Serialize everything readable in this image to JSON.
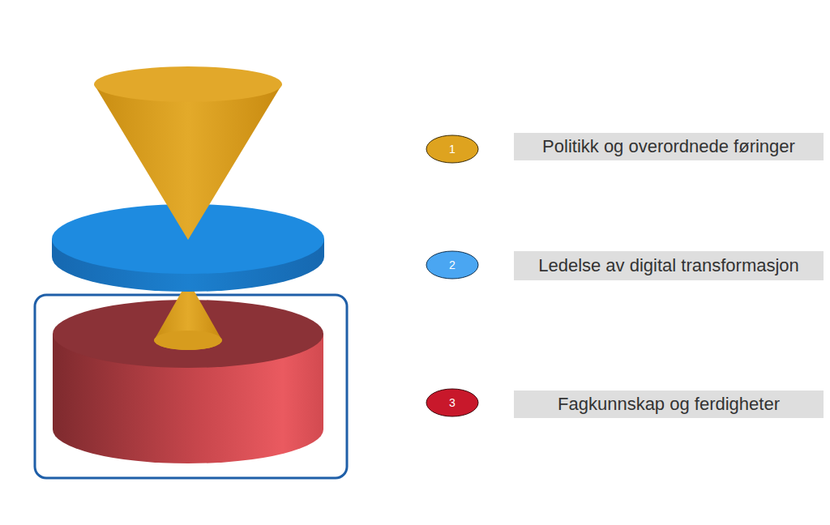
{
  "diagram": {
    "nodes": [
      {
        "text": [
          "1"
        ]
      },
      {
        "text": [
          "Politikk og overordnede føringer"
        ]
      },
      {
        "text": [
          "2"
        ]
      },
      {
        "text": [
          "Ledelse av digital transformasjon"
        ]
      },
      {
        "text": [
          "3"
        ]
      },
      {
        "text": [
          "Fagkunnskap og ferdigheter"
        ]
      }
    ]
  }
}
